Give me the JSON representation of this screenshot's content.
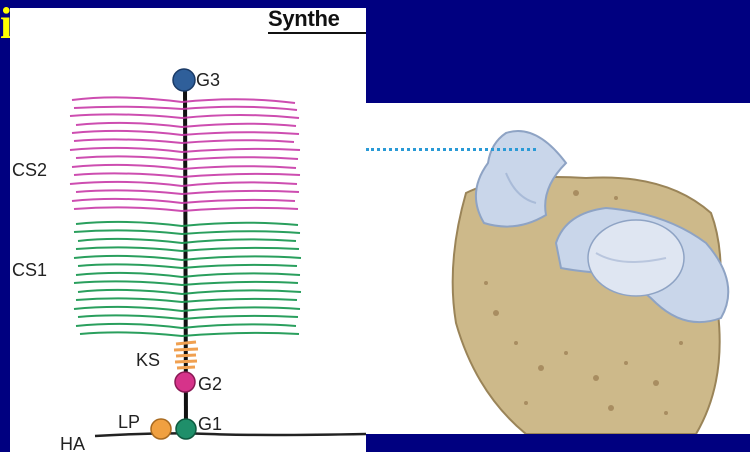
{
  "slide": {
    "title_fragment": "i",
    "background": "#000080",
    "title_color": "#ffff00"
  },
  "left_panel": {
    "heading": "Synthe",
    "labels": {
      "g3": "G3",
      "cs2": "CS2",
      "cs1": "CS1",
      "ks": "KS",
      "g2": "G2",
      "lp": "LP",
      "g1": "G1",
      "ha": "HA"
    },
    "colors": {
      "cs2_chains": "#c83aa8",
      "cs1_chains": "#1f9a55",
      "ks_chains": "#f0a050",
      "g3_ball": "#2f5f9a",
      "g2_ball": "#d6338a",
      "g1_ball": "#1f8f6a",
      "lp_ball": "#f0a040"
    }
  },
  "right_image": {
    "subject": "knee-meniscus-illustration",
    "colors": {
      "bone": "#cdb98a",
      "meniscus": "#c9d6ea",
      "connector": "#2a9ad6"
    }
  }
}
